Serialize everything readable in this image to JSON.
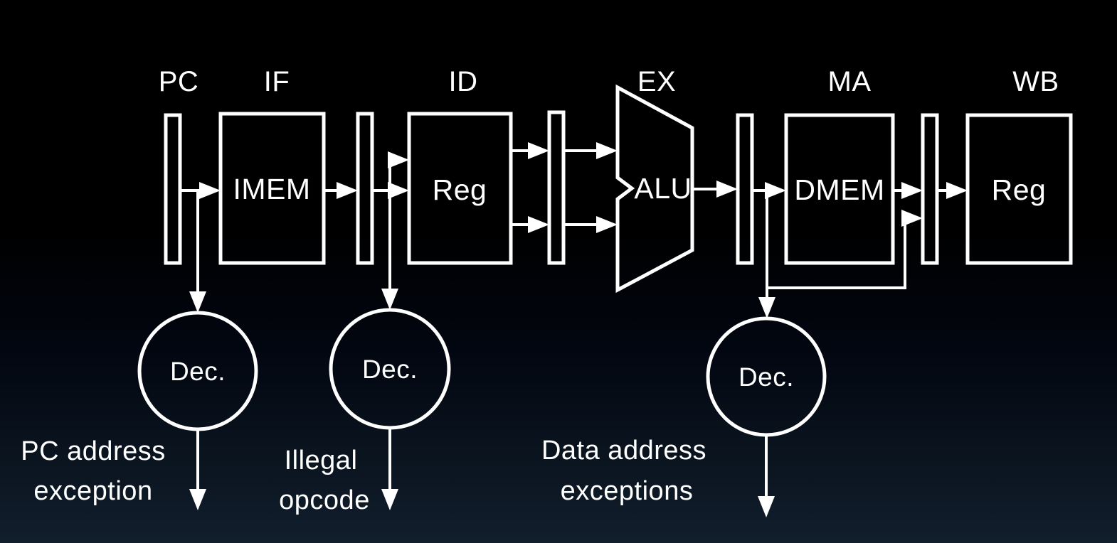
{
  "diagram": {
    "stages": [
      {
        "label": "PC"
      },
      {
        "label": "IF"
      },
      {
        "label": "ID"
      },
      {
        "label": "EX"
      },
      {
        "label": "MA"
      },
      {
        "label": "WB"
      }
    ],
    "blocks": {
      "imem": "IMEM",
      "id_reg": "Reg",
      "alu": "ALU",
      "dmem": "DMEM",
      "wb_reg": "Reg"
    },
    "detectors": {
      "if_dec": "Dec.",
      "id_dec": "Dec.",
      "ma_dec": "Dec."
    },
    "exceptions": {
      "pc_address": {
        "line1": "PC address",
        "line2": "exception"
      },
      "illegal_opcode": {
        "line1": "Illegal",
        "line2": "opcode"
      },
      "data_address": {
        "line1": "Data address",
        "line2": "exceptions"
      }
    }
  },
  "colors": {
    "line": "#ffffff",
    "background_top": "#000000",
    "background_bottom": "#111e2c"
  }
}
